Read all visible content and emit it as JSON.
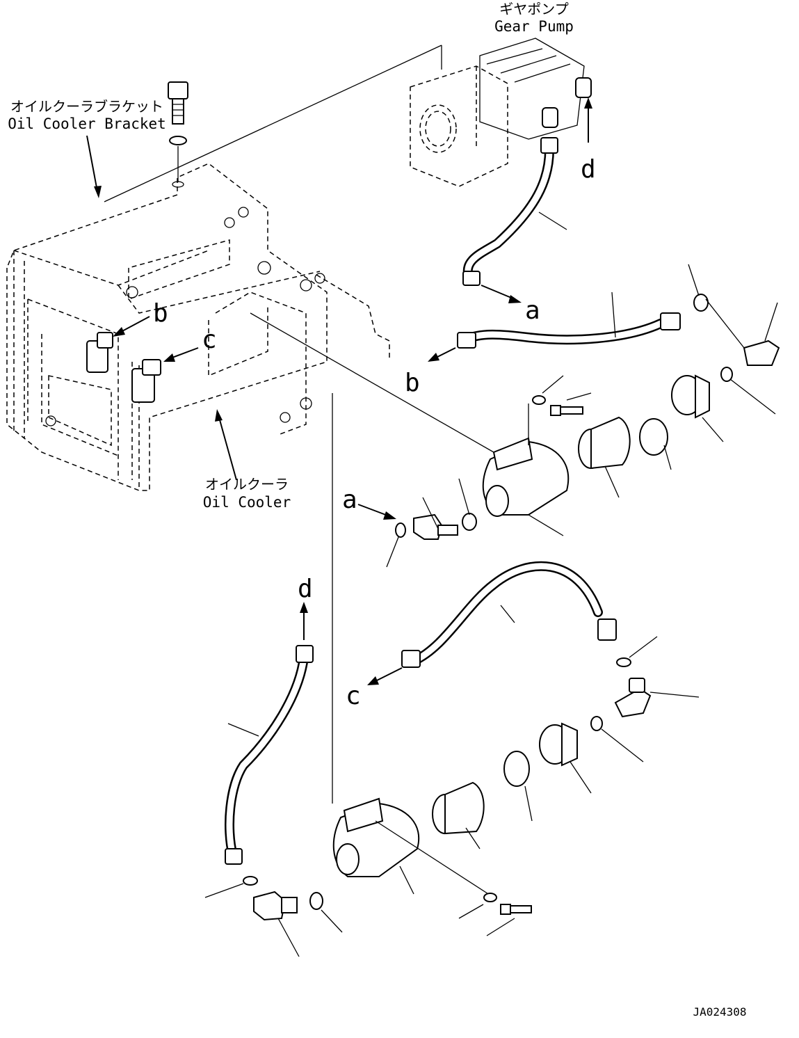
{
  "labels": {
    "gear_pump_jp": "ギヤポンプ",
    "gear_pump_en": "Gear Pump",
    "bracket_jp": "オイルクーラブラケット",
    "bracket_en": "Oil Cooler Bracket",
    "cooler_jp": "オイルクーラ",
    "cooler_en": "Oil Cooler",
    "ref_a": "a",
    "ref_b": "b",
    "ref_c": "c",
    "ref_d": "d",
    "drawing_code": "JA024308"
  }
}
